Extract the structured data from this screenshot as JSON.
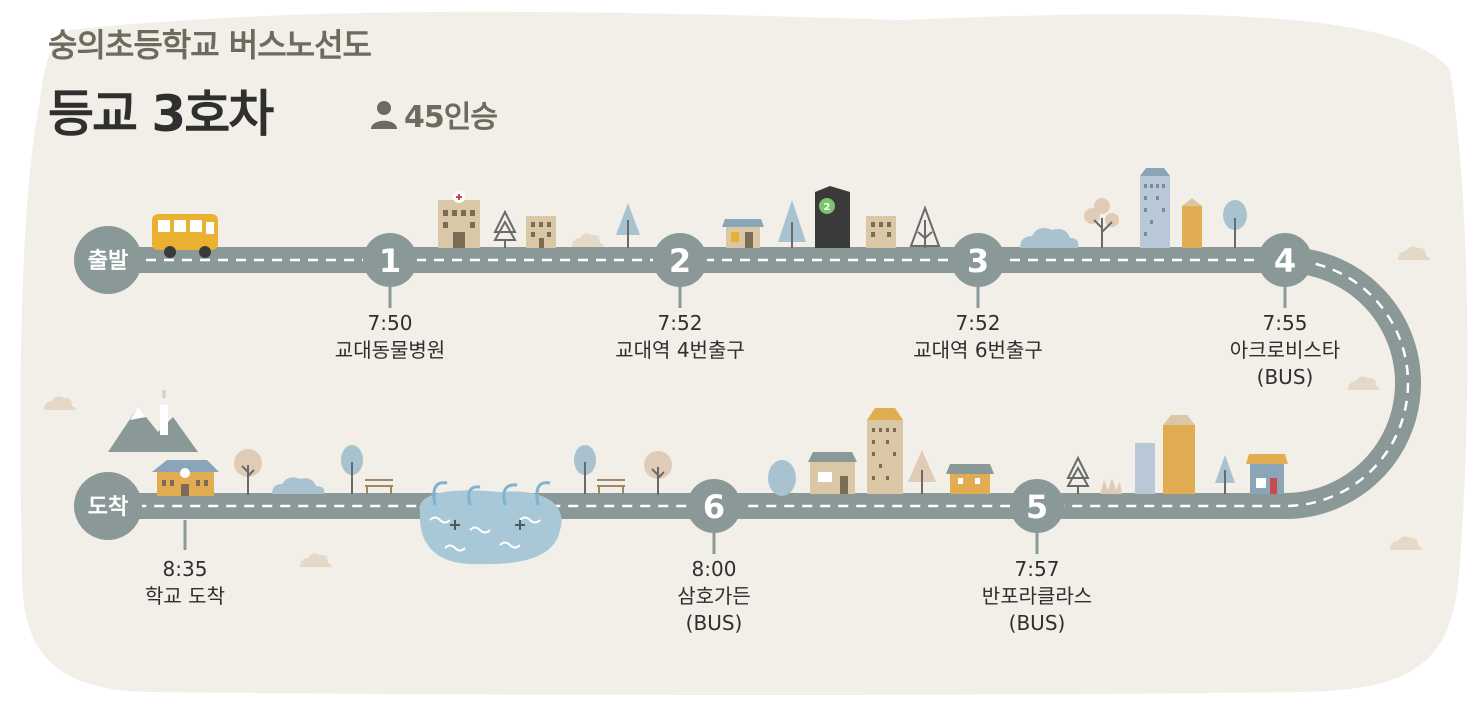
{
  "header": {
    "subtitle": "숭의초등학교 버스노선도",
    "title": "등교 3호차",
    "capacity_icon": "person-icon",
    "capacity": "45인승"
  },
  "route": {
    "start_label": "출발",
    "end_label": "도착",
    "stops": [
      {
        "number": "1",
        "time": "7:50",
        "name": "교대동물병원",
        "note": ""
      },
      {
        "number": "2",
        "time": "7:52",
        "name": "교대역 4번출구",
        "note": ""
      },
      {
        "number": "3",
        "time": "7:52",
        "name": "교대역 6번출구",
        "note": ""
      },
      {
        "number": "4",
        "time": "7:55",
        "name": "아크로비스타",
        "note": "(BUS)"
      },
      {
        "number": "5",
        "time": "7:57",
        "name": "반포라클라스",
        "note": "(BUS)"
      },
      {
        "number": "6",
        "time": "8:00",
        "name": "삼호가든",
        "note": "(BUS)"
      }
    ],
    "arrival": {
      "time": "8:35",
      "name": "학교 도착"
    },
    "building_badge": "2"
  },
  "colors": {
    "background": "#f2efe8",
    "road": "#8a9898",
    "stop_circle": "#8a9898",
    "bus": "#e9b12f",
    "water": "#a8c8d8",
    "tree_blue": "#a8c2d0",
    "building_tan": "#d9c7a6",
    "building_orange": "#e2ad52",
    "pond_outline": "#ffffff"
  }
}
